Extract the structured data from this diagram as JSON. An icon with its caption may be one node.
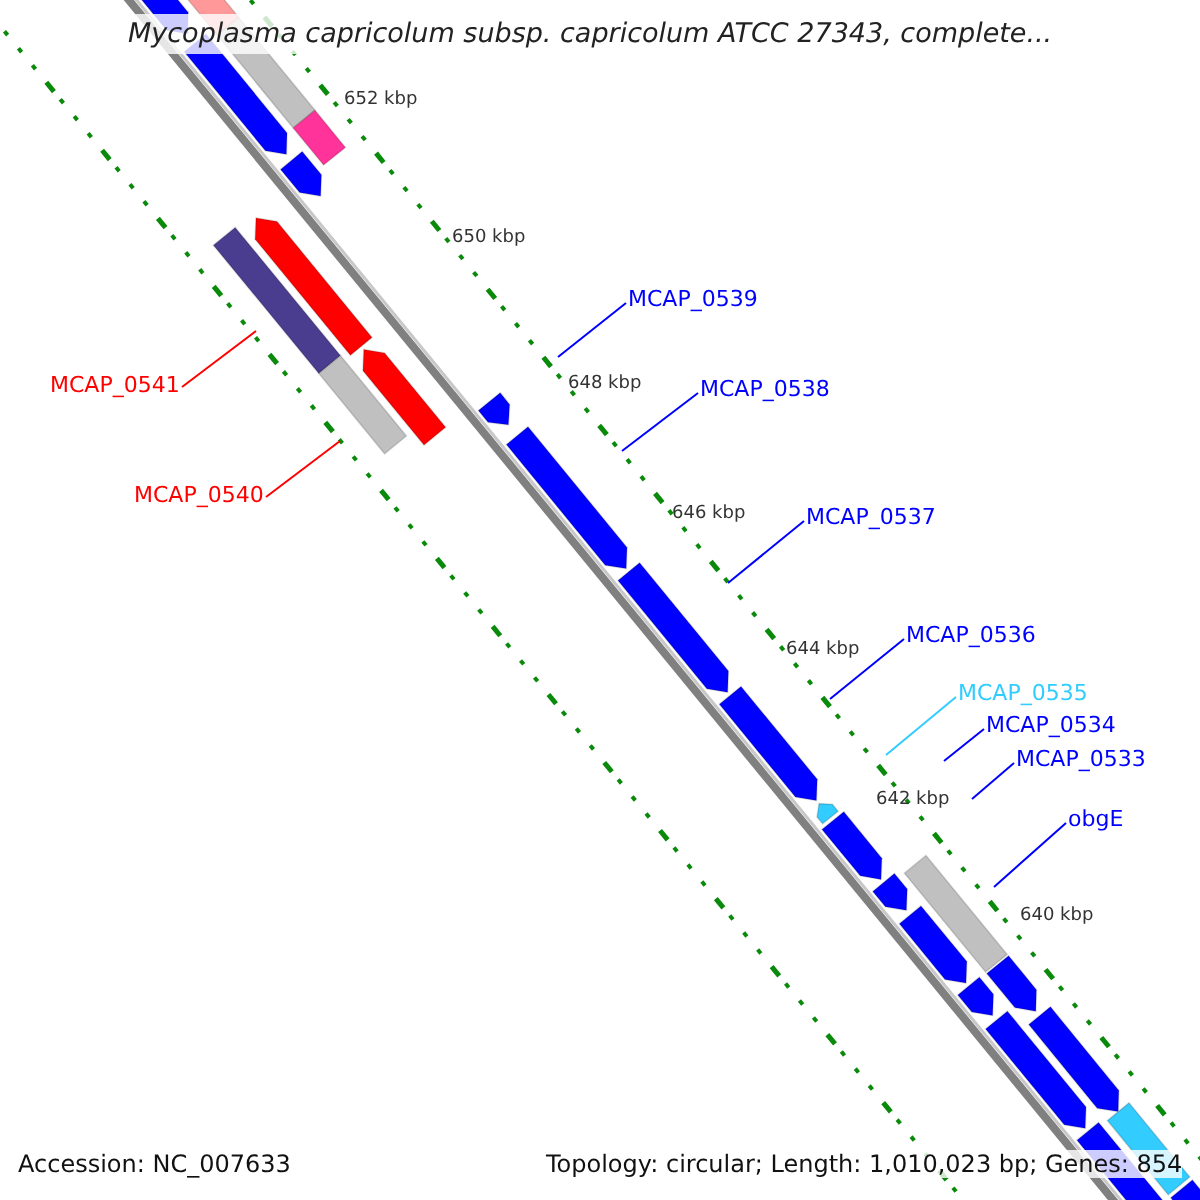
{
  "diagram": {
    "title": "Mycoplasma capricolum subsp. capricolum ATCC 27343, complete...",
    "nodes": [
      {
        "text": [
          "MCAP_0541"
        ]
      },
      {
        "text": [
          "MCAP_0540"
        ]
      },
      {
        "text": [
          "MCAP_0539"
        ]
      },
      {
        "text": [
          "MCAP_0538"
        ]
      },
      {
        "text": [
          "MCAP_0537"
        ]
      },
      {
        "text": [
          "MCAP_0536"
        ]
      },
      {
        "text": [
          "MCAP_0535"
        ]
      },
      {
        "text": [
          "MCAP_0534"
        ]
      },
      {
        "text": [
          "MCAP_0533"
        ]
      },
      {
        "text": [
          "obgE"
        ]
      }
    ],
    "edges": [
      {
        "from": 0,
        "to": null,
        "arrow": "none",
        "color": "#ff0000"
      },
      {
        "from": 1,
        "to": null,
        "arrow": "none",
        "color": "#ff0000"
      },
      {
        "from": 2,
        "to": null,
        "arrow": "none"
      },
      {
        "from": 3,
        "to": null,
        "arrow": "none"
      },
      {
        "from": 4,
        "to": null,
        "arrow": "none"
      },
      {
        "from": 5,
        "to": null,
        "arrow": "none"
      },
      {
        "from": 6,
        "to": null,
        "arrow": "none",
        "color": "#33ccff"
      },
      {
        "from": 7,
        "to": null,
        "arrow": "none"
      },
      {
        "from": 8,
        "to": null,
        "arrow": "none"
      },
      {
        "from": 9,
        "to": null,
        "arrow": "none"
      }
    ],
    "labels": [
      "652 kbp",
      "650 kbp",
      "648 kbp",
      "646 kbp",
      "644 kbp",
      "642 kbp",
      "640 kbp",
      "Accession: NC_007633",
      "Topology: circular; Length: 1,010,023 bp; Genes: 854"
    ]
  }
}
